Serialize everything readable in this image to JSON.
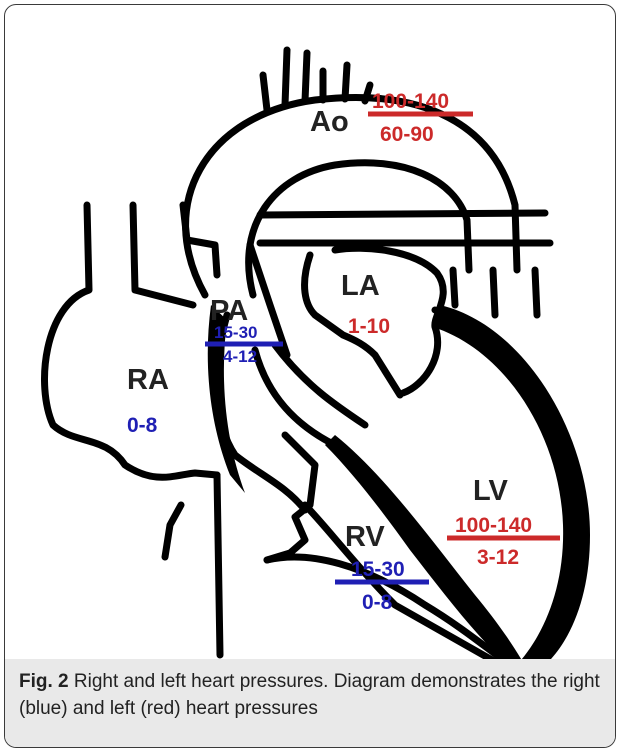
{
  "colors": {
    "right_pressure": "#1f1fb4",
    "left_pressure": "#cc2a2a",
    "outline": "#000000",
    "chamber_label": "#222222",
    "caption_background": "#e9e9e9"
  },
  "chambers": {
    "ao": {
      "label": "Ao",
      "systolic": "100-140",
      "diastolic": "60-90",
      "side": "left"
    },
    "pa": {
      "label": "PA",
      "systolic": "15-30",
      "diastolic": "4-12",
      "side": "right"
    },
    "la": {
      "label": "LA",
      "pressure": "1-10",
      "side": "left"
    },
    "ra": {
      "label": "RA",
      "pressure": "0-8",
      "side": "right"
    },
    "lv": {
      "label": "LV",
      "systolic": "100-140",
      "diastolic": "3-12",
      "side": "left"
    },
    "rv": {
      "label": "RV",
      "systolic": "15-30",
      "diastolic": "0-8",
      "side": "right"
    }
  },
  "caption": {
    "figure_label": "Fig. 2",
    "text": " Right and left heart pressures. Diagram demonstrates the right (blue) and left (red) heart pressures"
  }
}
